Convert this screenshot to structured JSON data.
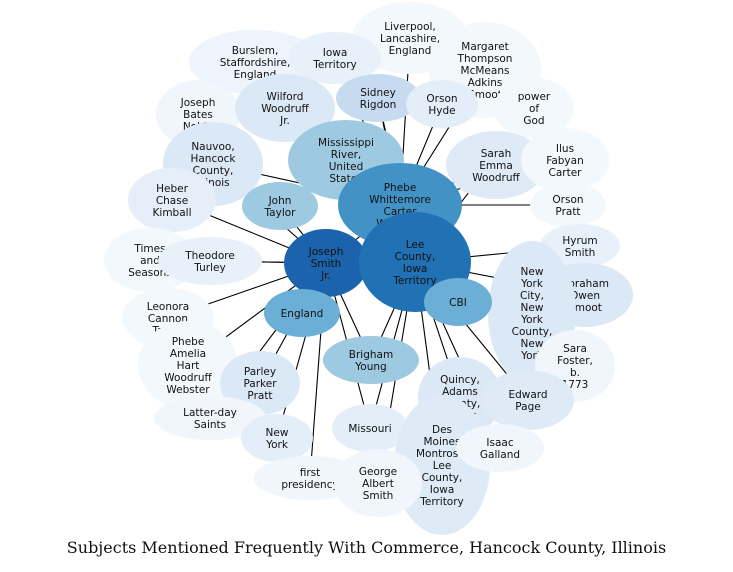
{
  "title": "Subjects Mentioned Frequently With Commerce, Hancock County, Illinois",
  "nodes": [
    {
      "id": "liverpool",
      "lines": [
        "Liverpool,",
        "Lancashire,",
        "England"
      ],
      "color": "#f3f8fd"
    },
    {
      "id": "burslem",
      "lines": [
        "Burslem,",
        "Staffordshire,",
        "England"
      ],
      "color": "#eef4fb"
    },
    {
      "id": "iowa-territory",
      "lines": [
        "Iowa",
        "Territory"
      ],
      "color": "#e8f1fa"
    },
    {
      "id": "margaret",
      "lines": [
        "Margaret",
        "Thompson",
        "McMeans",
        "Adkins",
        "Smoot"
      ],
      "color": "#f3f8fd"
    },
    {
      "id": "joseph-bates-noble",
      "lines": [
        "Joseph",
        "Bates",
        "Noble"
      ],
      "color": "#f1f6fc"
    },
    {
      "id": "wilford-woodruff-jr",
      "lines": [
        "Wilford",
        "Woodruff",
        "Jr."
      ],
      "color": "#dbe9f6"
    },
    {
      "id": "sidney-rigdon",
      "lines": [
        "Sidney",
        "Rigdon"
      ],
      "color": "#c6dbef"
    },
    {
      "id": "orson-hyde",
      "lines": [
        "Orson",
        "Hyde"
      ],
      "color": "#e3eef8"
    },
    {
      "id": "power-of-god",
      "lines": [
        "power",
        "of",
        "God"
      ],
      "color": "#f3f8fd"
    },
    {
      "id": "nauvoo",
      "lines": [
        "Nauvoo,",
        "Hancock",
        "County,",
        "Illinois"
      ],
      "color": "#dbe9f6"
    },
    {
      "id": "mississippi",
      "lines": [
        "Mississippi",
        "River,",
        "United",
        "States"
      ],
      "color": "#9ecae1"
    },
    {
      "id": "sarah-emma",
      "lines": [
        "Sarah",
        "Emma",
        "Woodruff"
      ],
      "color": "#deebf7"
    },
    {
      "id": "ilus",
      "lines": [
        "Ilus",
        "Fabyan",
        "Carter"
      ],
      "color": "#f3f8fd"
    },
    {
      "id": "heber",
      "lines": [
        "Heber",
        "Chase",
        "Kimball"
      ],
      "color": "#e6eff9"
    },
    {
      "id": "john-taylor",
      "lines": [
        "John",
        "Taylor"
      ],
      "color": "#9ecae1"
    },
    {
      "id": "phebe",
      "lines": [
        "Phebe",
        "Whittemore",
        "Carter",
        "Woodruff"
      ],
      "color": "#4292c6"
    },
    {
      "id": "orson-pratt",
      "lines": [
        "Orson",
        "Pratt"
      ],
      "color": "#f3f8fd"
    },
    {
      "id": "times-seasons",
      "lines": [
        "Times",
        "and",
        "Seasons"
      ],
      "color": "#f3f8fd"
    },
    {
      "id": "theodore",
      "lines": [
        "Theodore",
        "Turley"
      ],
      "color": "#e8f1fa"
    },
    {
      "id": "joseph-smith-jr",
      "lines": [
        "Joseph",
        "Smith",
        "Jr."
      ],
      "color": "#1b64ad"
    },
    {
      "id": "lee-county",
      "lines": [
        "Lee",
        "County,",
        "Iowa",
        "Territory"
      ],
      "color": "#2171b5"
    },
    {
      "id": "hyrum",
      "lines": [
        "Hyrum",
        "Smith"
      ],
      "color": "#e8f1fa"
    },
    {
      "id": "abraham-smoot",
      "lines": [
        "Abraham",
        "Owen",
        "Smoot"
      ],
      "color": "#dbe9f6"
    },
    {
      "id": "new-york-city",
      "lines": [
        "New",
        "York",
        "City,",
        "New",
        "York",
        "County,",
        "New",
        "York"
      ],
      "color": "#dbe9f6"
    },
    {
      "id": "cbi",
      "lines": [
        "CBI"
      ],
      "color": "#6baed6"
    },
    {
      "id": "leonora",
      "lines": [
        "Leonora",
        "Cannon",
        "Taylor"
      ],
      "color": "#f3f8fd"
    },
    {
      "id": "england",
      "lines": [
        "England"
      ],
      "color": "#6baed6"
    },
    {
      "id": "phebe-amelia",
      "lines": [
        "Phebe",
        "Amelia",
        "Hart",
        "Woodruff",
        "Webster"
      ],
      "color": "#f3f8fd"
    },
    {
      "id": "sara-foster",
      "lines": [
        "Sara",
        "Foster,",
        "b.",
        "1773"
      ],
      "color": "#f1f6fc"
    },
    {
      "id": "brigham-young",
      "lines": [
        "Brigham",
        "Young"
      ],
      "color": "#9ecae1"
    },
    {
      "id": "parley",
      "lines": [
        "Parley",
        "Parker",
        "Pratt"
      ],
      "color": "#dbe9f6"
    },
    {
      "id": "quincy",
      "lines": [
        "Quincy,",
        "Adams",
        "County,",
        "Illinois"
      ],
      "color": "#dbe9f6"
    },
    {
      "id": "edward-page",
      "lines": [
        "Edward",
        "Page"
      ],
      "color": "#deebf7"
    },
    {
      "id": "latter-day-saints",
      "lines": [
        "Latter-day",
        "Saints"
      ],
      "color": "#f1f6fc"
    },
    {
      "id": "new-york",
      "lines": [
        "New",
        "York"
      ],
      "color": "#e3eef8"
    },
    {
      "id": "missouri",
      "lines": [
        "Missouri"
      ],
      "color": "#e3eef8"
    },
    {
      "id": "des-moines",
      "lines": [
        "Des",
        "Moines",
        "Montrose,",
        "Lee",
        "County,",
        "Iowa",
        "Territory"
      ],
      "color": "#deebf7"
    },
    {
      "id": "isaac-galland",
      "lines": [
        "Isaac",
        "Galland"
      ],
      "color": "#f1f6fc"
    },
    {
      "id": "first-presidency",
      "lines": [
        "first",
        "presidency"
      ],
      "color": "#f1f6fc"
    },
    {
      "id": "george-albert-smith",
      "lines": [
        "George",
        "Albert",
        "Smith"
      ],
      "color": "#f1f6fc"
    }
  ]
}
